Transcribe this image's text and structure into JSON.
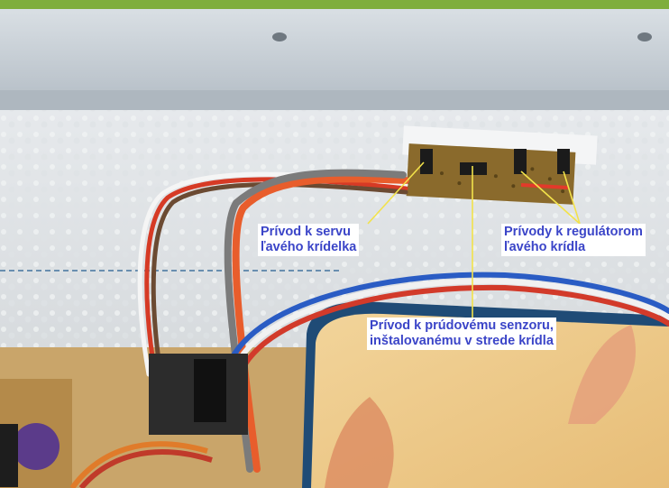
{
  "photo": {
    "subject": "wing-interior-wiring-photo",
    "colors": {
      "foam": "#e9ecef",
      "wing_skin": "#c9d0d6",
      "pcb": "#8a6a2c",
      "label_text": "#3b45c8",
      "leader_line": "#f2e24a"
    }
  },
  "annotations": {
    "servo_lead": {
      "line1": "Prívod k servu",
      "line2": "ľavého krídelka"
    },
    "regulator_leads": {
      "line1": "Prívody k regulátorom",
      "line2": "ľavého krídla"
    },
    "current_sensor_lead": {
      "line1": "Prívod k prúdovému senzoru,",
      "line2": "inštalovanému v strede krídla"
    }
  }
}
